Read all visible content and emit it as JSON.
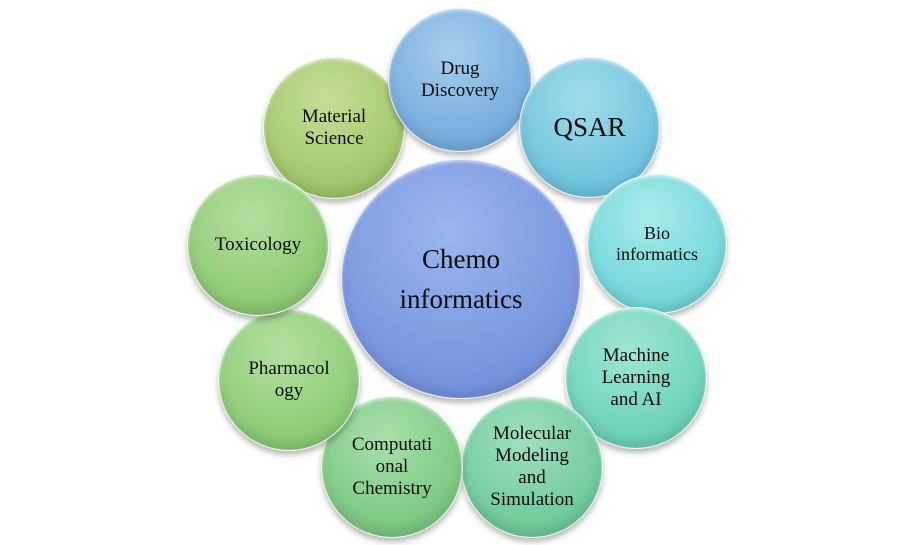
{
  "diagram": {
    "center": {
      "label": "Chemo\ninformatics",
      "color": "#7d9be2"
    },
    "nodes": [
      {
        "id": "drug-discovery",
        "label": "Drug\nDiscovery",
        "color": "#7fb3e0"
      },
      {
        "id": "qsar",
        "label": "QSAR",
        "color": "#78c8e0"
      },
      {
        "id": "bioinformatics",
        "label": "Bio\ninformatics",
        "color": "#7edbdd"
      },
      {
        "id": "machine-learning-ai",
        "label": "Machine\nLearning\nand AI",
        "color": "#76d6c0"
      },
      {
        "id": "molecular-modeling",
        "label": "Molecular\nModeling\nand\nSimulation",
        "color": "#79cfa3"
      },
      {
        "id": "computational-chemistry",
        "label": "Computati\nonal\nChemistry",
        "color": "#85cd8a"
      },
      {
        "id": "pharmacology",
        "label": "Pharmacol\nogy",
        "color": "#93d07e"
      },
      {
        "id": "toxicology",
        "label": "Toxicology",
        "color": "#96cf7d"
      },
      {
        "id": "material-science",
        "label": "Material\nScience",
        "color": "#a9cc74"
      }
    ]
  }
}
